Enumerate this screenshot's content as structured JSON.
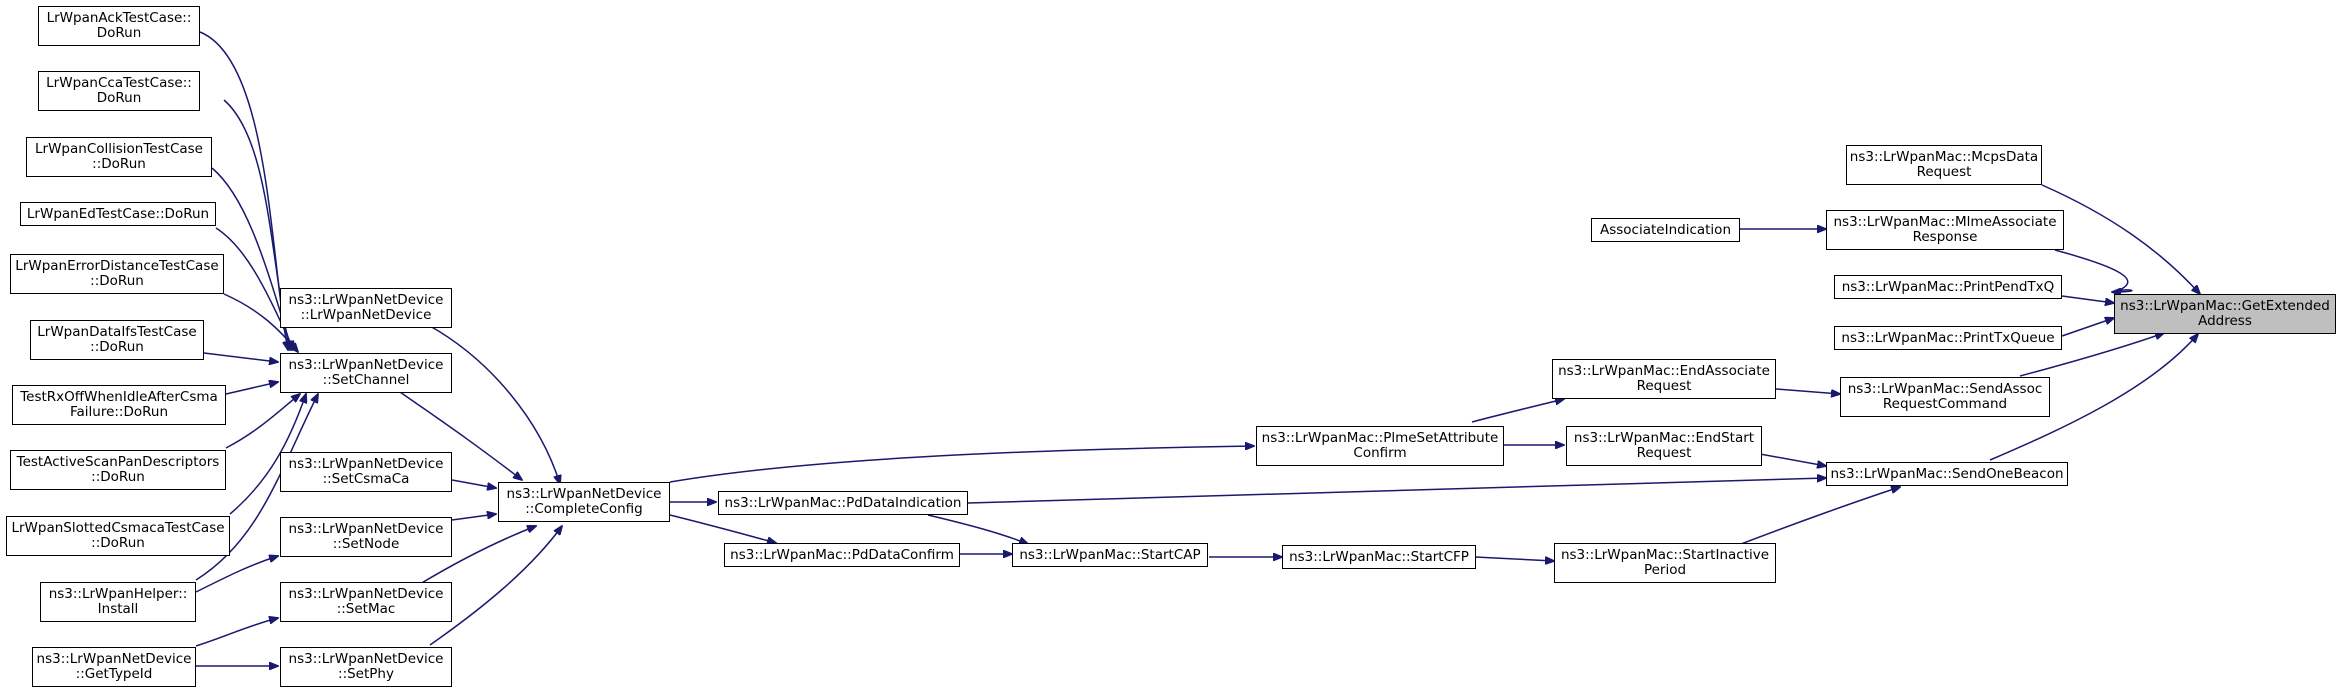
{
  "graph": {
    "edge_color": "#191970",
    "root_fill": "#bfbfbf",
    "nodes": {
      "root": [
        "ns3::LrWpanMac::GetExtended",
        "Address"
      ],
      "mcps_data_request": [
        "ns3::LrWpanMac::McpsData",
        "Request"
      ],
      "mlme_associate_response": [
        "ns3::LrWpanMac::MlmeAssociate",
        "Response"
      ],
      "associate_indication": [
        "AssociateIndication"
      ],
      "print_pend_txq": [
        "ns3::LrWpanMac::PrintPendTxQ"
      ],
      "print_txqueue": [
        "ns3::LrWpanMac::PrintTxQueue"
      ],
      "send_assoc_request_command": [
        "ns3::LrWpanMac::SendAssoc",
        "RequestCommand"
      ],
      "end_associate_request": [
        "ns3::LrWpanMac::EndAssociate",
        "Request"
      ],
      "send_one_beacon": [
        "ns3::LrWpanMac::SendOneBeacon"
      ],
      "end_start_request": [
        "ns3::LrWpanMac::EndStart",
        "Request"
      ],
      "start_inactive_period": [
        "ns3::LrWpanMac::StartInactive",
        "Period"
      ],
      "plme_set_attribute_confirm": [
        "ns3::LrWpanMac::PlmeSetAttribute",
        "Confirm"
      ],
      "pd_data_indication": [
        "ns3::LrWpanMac::PdDataIndication"
      ],
      "start_cfp": [
        "ns3::LrWpanMac::StartCFP"
      ],
      "start_cap": [
        "ns3::LrWpanMac::StartCAP"
      ],
      "pd_data_confirm": [
        "ns3::LrWpanMac::PdDataConfirm"
      ],
      "complete_config": [
        "ns3::LrWpanNetDevice",
        "::CompleteConfig"
      ],
      "lrwpan_net_device": [
        "ns3::LrWpanNetDevice",
        "::LrWpanNetDevice"
      ],
      "set_channel": [
        "ns3::LrWpanNetDevice",
        "::SetChannel"
      ],
      "set_csma_ca": [
        "ns3::LrWpanNetDevice",
        "::SetCsmaCa"
      ],
      "set_node": [
        "ns3::LrWpanNetDevice",
        "::SetNode"
      ],
      "set_mac": [
        "ns3::LrWpanNetDevice",
        "::SetMac"
      ],
      "set_phy": [
        "ns3::LrWpanNetDevice",
        "::SetPhy"
      ],
      "ack_test": [
        "LrWpanAckTestCase::",
        "DoRun"
      ],
      "cca_test": [
        "LrWpanCcaTestCase::",
        "DoRun"
      ],
      "collision_test": [
        "LrWpanCollisionTestCase",
        "::DoRun"
      ],
      "ed_test": [
        "LrWpanEdTestCase::DoRun"
      ],
      "error_distance_test": [
        "LrWpanErrorDistanceTestCase",
        "::DoRun"
      ],
      "data_ifs_test": [
        "LrWpanDataIfsTestCase",
        "::DoRun"
      ],
      "rx_off_test": [
        "TestRxOffWhenIdleAfterCsma",
        "Failure::DoRun"
      ],
      "active_scan_test": [
        "TestActiveScanPanDescriptors",
        "::DoRun"
      ],
      "slotted_csmaca_test": [
        "LrWpanSlottedCsmacaTestCase",
        "::DoRun"
      ],
      "helper_install": [
        "ns3::LrWpanHelper::",
        "Install"
      ],
      "get_type_id": [
        "ns3::LrWpanNetDevice",
        "::GetTypeId"
      ]
    }
  }
}
